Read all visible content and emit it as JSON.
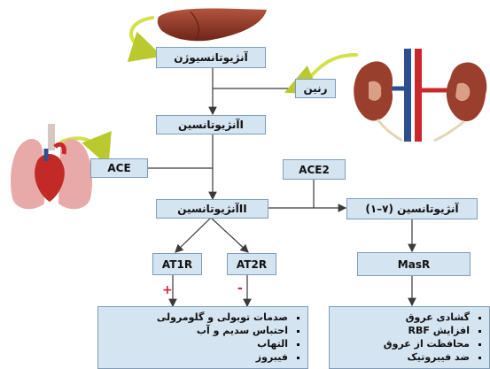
{
  "nodes": {
    "angiotensinogen": "آنژیوتانسیوژن",
    "renin": "رنین",
    "angiotensin_1": "آنژیوتانسینI",
    "ace": "ACE",
    "ace2": "ACE2",
    "angiotensin_2": "آنژیوتانسینII",
    "angiotensin_1_7": "آنژیوتانسین (۷–۱)",
    "at1r": "AT1R",
    "at2r": "AT2R",
    "masr": "MasR"
  },
  "signs": {
    "at1r_effect": "+",
    "at2r_effect": "-"
  },
  "at1r_effects": [
    "صدمات توبولی و گلومرولی",
    "احتباس سدیم و آب",
    "التهاب",
    "فیبروز"
  ],
  "masr_effects": [
    "گشادی عروق",
    "افزایش RBF",
    "محافظت از عروق",
    "ضد فیبروتیک"
  ],
  "icons": [
    "liver-icon",
    "kidney-icon",
    "lung-heart-icon"
  ],
  "colors": {
    "box_fill": "#d5e4f1",
    "box_border": "#7e9dbb",
    "arrow": "#3a3a3a",
    "curved_arrow": "#d4e04a",
    "sign_color": "#d9242b"
  }
}
